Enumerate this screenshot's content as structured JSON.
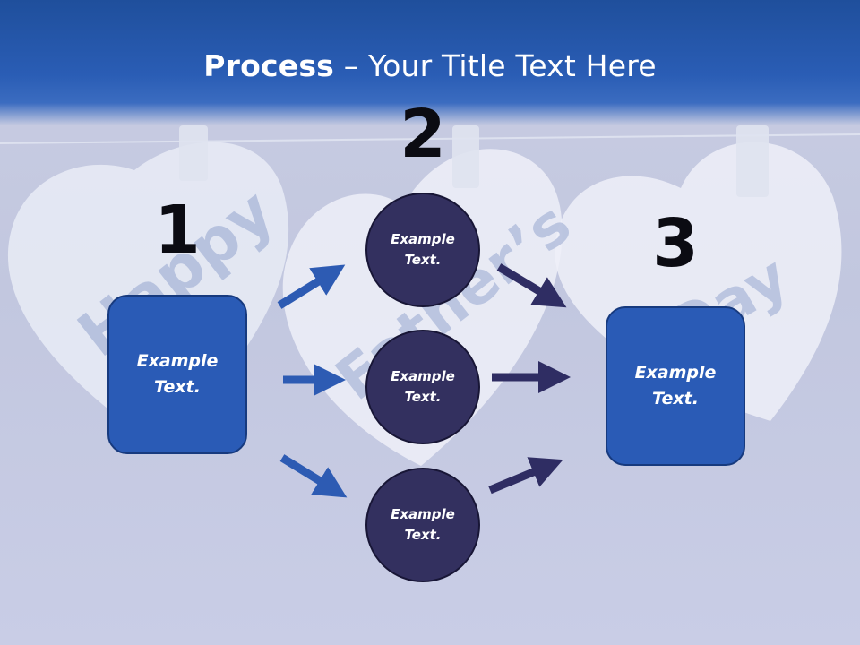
{
  "slide": {
    "title_bold": "Process",
    "title_rest": " – Your Title Text Here",
    "background_text": {
      "word1": "Happy",
      "word2": "Father’s",
      "word3": "Day"
    }
  },
  "steps": [
    {
      "number": "1",
      "text": "Example Text."
    },
    {
      "number": "2",
      "items": [
        "Example Text.",
        "Example Text.",
        "Example Text."
      ]
    },
    {
      "number": "3",
      "text": "Example Text."
    }
  ],
  "colors": {
    "header_blue": "#2a5bb6",
    "box_blue": "#2a5bb6",
    "circle_navy": "#33305f",
    "arrow_blue": "#2d5bb3",
    "arrow_navy": "#2f2d63"
  }
}
